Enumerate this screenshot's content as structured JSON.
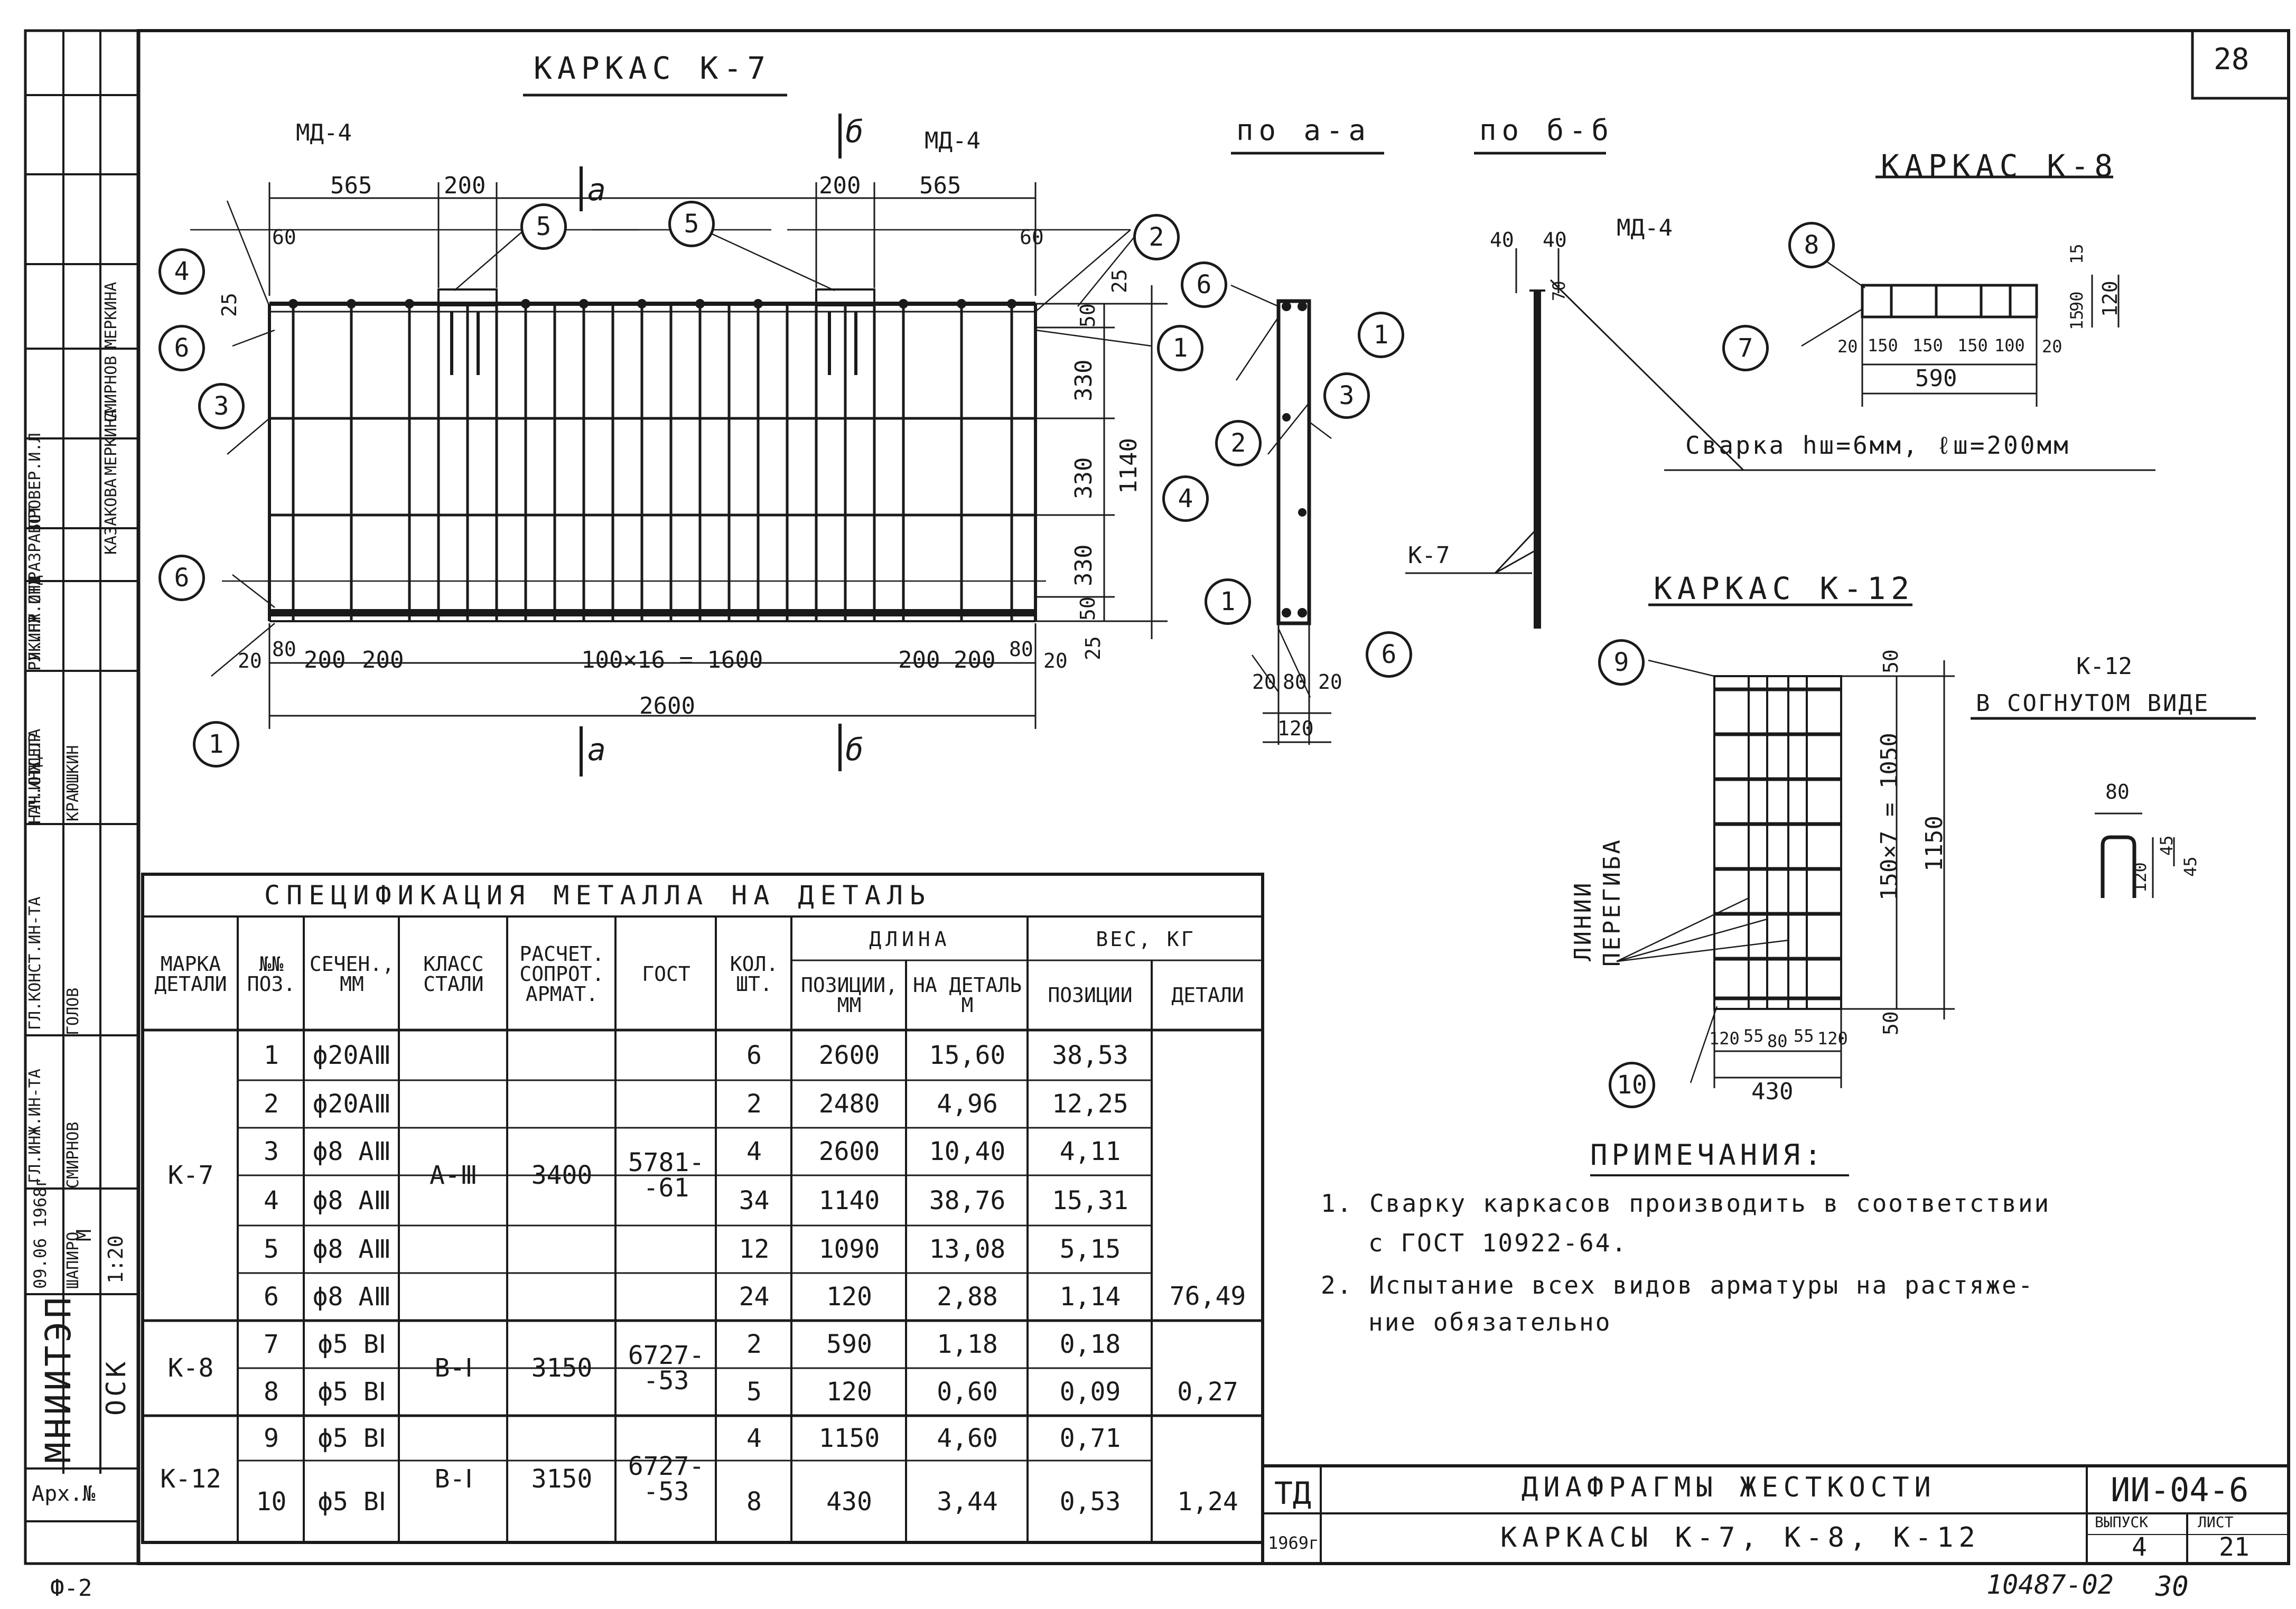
{
  "sheet": {
    "page_number": "28",
    "bottom_left": "Ф-2",
    "bottom_right_code": "10487-02",
    "bottom_right_page": "30"
  },
  "k7": {
    "title": "КАРКАС К-7",
    "md_left": "МД-4",
    "md_right": "МД-4",
    "section_a": "а",
    "section_b": "б",
    "dims_top": [
      "565",
      "200",
      "200",
      "565"
    ],
    "dim_60_left": "60",
    "dim_60_right": "60",
    "dim_25_left": "25",
    "dims_right": [
      "25",
      "50",
      "330",
      "330",
      "330",
      "50",
      "25"
    ],
    "dim_total_h": "1140",
    "dims_bottom": [
      "20",
      "80",
      "200",
      "200",
      "100×16 = 1600",
      "200",
      "200",
      "80",
      "20"
    ],
    "dim_total_w": "2600",
    "marks": [
      "5",
      "5",
      "4",
      "6",
      "3",
      "6",
      "1",
      "2",
      "1"
    ]
  },
  "sec_aa": {
    "title": "по а-а",
    "marks": [
      "6",
      "1",
      "3",
      "2",
      "4",
      "1",
      "6"
    ],
    "dims": [
      "20",
      "80",
      "20"
    ],
    "total": "120"
  },
  "sec_bb": {
    "title": "по б-б",
    "dims": [
      "40",
      "40"
    ],
    "md": "МД-4",
    "dim_70": "70",
    "k7_label": "К-7",
    "weld_note": "Сварка hш=6мм, ℓш=200мм"
  },
  "k8": {
    "title": "КАРКАС К-8",
    "marks": [
      "8",
      "7"
    ],
    "dims_bottom": [
      "20",
      "150",
      "150",
      "150",
      "100",
      "20"
    ],
    "total_w": "590",
    "dims_right": [
      "15",
      "90",
      "15"
    ],
    "total_h": "120"
  },
  "k12": {
    "title": "КАРКАС К-12",
    "marks": [
      "9",
      "10"
    ],
    "dims_right": [
      "50",
      "150×7 = 1050",
      "50"
    ],
    "total_h": "1150",
    "dims_bottom": [
      "120",
      "55",
      "80",
      "55",
      "120"
    ],
    "total_w": "430",
    "bend_lines": [
      "ЛИНИИ",
      "ПЕРЕГИБА"
    ],
    "bent_title": "К-12",
    "bent_subtitle": "В СОГНУТОМ ВИДЕ",
    "bent_dims": [
      "80",
      "45",
      "120",
      "45"
    ]
  },
  "notes": {
    "title": "ПРИМЕЧАНИЯ:",
    "items": [
      "1. Сварку каркасов производить в соответствии",
      "с ГОСТ 10922-64.",
      "2. Испытание всех видов арматуры на растяже-",
      "ние обязательно"
    ]
  },
  "spec": {
    "title": "СПЕЦИФИКАЦИЯ МЕТАЛЛА НА ДЕТАЛЬ",
    "headers": {
      "marka": "МАРКА ДЕТАЛИ",
      "pos": "№№ ПОЗ.",
      "sech": "СЕЧЕН., ММ",
      "klass": "КЛАСС СТАЛИ",
      "rasch": "РАСЧЕТ. СОПРОТ. АРМАТ.",
      "gost": "ГОСТ",
      "kol": "КОЛ. ШТ.",
      "dlina": "ДЛИНА",
      "dl_poz": "ПОЗИЦИИ, ММ",
      "dl_det": "НА ДЕТАЛЬ М",
      "ves": "ВЕС, КГ",
      "ves_poz": "ПОЗИЦИИ",
      "ves_det": "ДЕТАЛИ"
    },
    "groups": [
      {
        "marka": "К-7",
        "klass": "А-Ⅲ",
        "rasch": "3400",
        "gost": "5781-\n-61",
        "det": "76,49"
      },
      {
        "marka": "К-8",
        "klass": "В-Ⅰ",
        "rasch": "3150",
        "gost": "6727-\n-53",
        "det": "0,27"
      },
      {
        "marka": "К-12",
        "klass": "В-Ⅰ",
        "rasch": "3150",
        "gost": "6727-\n-53",
        "det": "1,24"
      }
    ],
    "rows": [
      {
        "pos": "1",
        "sech": "ϕ20АⅢ",
        "kol": "6",
        "dl_poz": "2600",
        "dl_det": "15,60",
        "ves": "38,53"
      },
      {
        "pos": "2",
        "sech": "ϕ20АⅢ",
        "kol": "2",
        "dl_poz": "2480",
        "dl_det": "4,96",
        "ves": "12,25"
      },
      {
        "pos": "3",
        "sech": "ϕ8 АⅢ",
        "kol": "4",
        "dl_poz": "2600",
        "dl_det": "10,40",
        "ves": "4,11"
      },
      {
        "pos": "4",
        "sech": "ϕ8 АⅢ",
        "kol": "34",
        "dl_poz": "1140",
        "dl_det": "38,76",
        "ves": "15,31"
      },
      {
        "pos": "5",
        "sech": "ϕ8 АⅢ",
        "kol": "12",
        "dl_poz": "1090",
        "dl_det": "13,08",
        "ves": "5,15"
      },
      {
        "pos": "6",
        "sech": "ϕ8 АⅢ",
        "kol": "24",
        "dl_poz": "120",
        "dl_det": "2,88",
        "ves": "1,14"
      },
      {
        "pos": "7",
        "sech": "ϕ5 ВⅠ",
        "kol": "2",
        "dl_poz": "590",
        "dl_det": "1,18",
        "ves": "0,18"
      },
      {
        "pos": "8",
        "sech": "ϕ5 ВⅠ",
        "kol": "5",
        "dl_poz": "120",
        "dl_det": "0,60",
        "ves": "0,09"
      },
      {
        "pos": "9",
        "sech": "ϕ5 ВⅠ",
        "kol": "4",
        "dl_poz": "1150",
        "dl_det": "4,60",
        "ves": "0,71"
      },
      {
        "pos": "10",
        "sech": "ϕ5 ВⅠ",
        "kol": "8",
        "dl_poz": "430",
        "dl_det": "3,44",
        "ves": "0,53"
      }
    ]
  },
  "titleblock": {
    "td": "ТД",
    "year": "1969г",
    "name1": "ДИАФРАГМЫ ЖЕСТКОСТИ",
    "name2": "КАРКАСЫ К-7, К-8, К-12",
    "code": "ИИ-04-6",
    "vyp_label": "ВЫПУСК",
    "vyp": "4",
    "list_label": "ЛИСТ",
    "list": "21"
  },
  "stamp": {
    "org": "МНИИТЭП",
    "dept": "ОСК",
    "arch": "Арх.№",
    "date": "09.06 1968г",
    "scale_label": "М",
    "scale": "1:20",
    "roles": [
      "ГЛ.ИНЖ.ПР",
      "РУК.ГР.ИНЖ",
      "РАЗРАБОТ",
      "ПРОВЕР.И.Л",
      "ГЛ.ИНЖ.ИН-ТА",
      "ГЛ.КОНСТ.ИН-ТА",
      "НАЧ.ОТДЕЛА",
      "ГЛ.ИНЖ.ОТД"
    ],
    "names": [
      "КАЗАКОВА",
      "МЕРКИНА",
      "СМИРНОВ",
      "МЕРКИНА",
      "КРАЮШКИН",
      "ГОЛОВ",
      "СМИРНОВ",
      "ШАПИРО"
    ]
  }
}
